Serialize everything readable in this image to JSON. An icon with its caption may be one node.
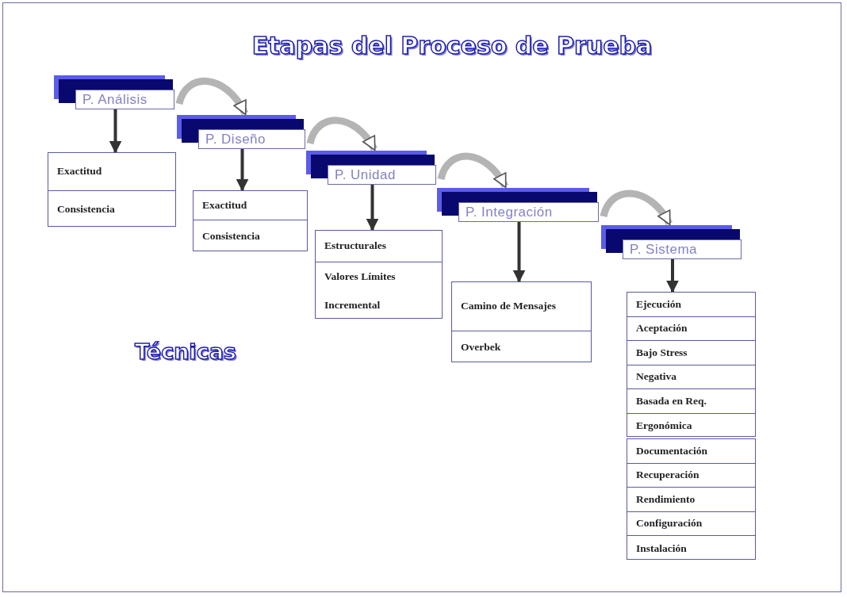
{
  "diagram": {
    "title": "Etapas del Proceso de Prueba",
    "nodes": [
      {
        "text": [
          "P. Análisis"
        ]
      },
      {
        "text": [
          "Exactitud",
          "Consistencia"
        ]
      },
      {
        "text": [
          "P. Diseño"
        ]
      },
      {
        "text": [
          "Exactitud",
          "Consistencia"
        ]
      },
      {
        "text": [
          "P. Unidad"
        ]
      },
      {
        "text": [
          "Estructurales",
          "Valores Límites",
          "Incremental"
        ]
      },
      {
        "text": [
          "P. Integración"
        ]
      },
      {
        "text": [
          "Camino de Mensajes",
          "Overbek"
        ]
      },
      {
        "text": [
          "P. Sistema"
        ]
      },
      {
        "text": [
          "Ejecución",
          "Aceptación",
          "Bajo Stress",
          "Negativa",
          "Basada en Req.",
          "Ergonómica"
        ]
      },
      {
        "text": [
          "Documentación",
          "Recuperación",
          "Rendimiento",
          "Configuración",
          "Instalación"
        ]
      }
    ],
    "edges": [
      {
        "from": 0,
        "to": 2,
        "arrow": "to",
        "style": "thick",
        "color": "#b4b4b4"
      },
      {
        "from": 2,
        "to": 4,
        "arrow": "to",
        "style": "thick",
        "color": "#b4b4b4"
      },
      {
        "from": 4,
        "to": 6,
        "arrow": "to",
        "style": "thick",
        "color": "#b4b4b4"
      },
      {
        "from": 6,
        "to": 8,
        "arrow": "to",
        "style": "thick",
        "color": "#b4b4b4"
      },
      {
        "from": 0,
        "to": 1,
        "arrow": "to"
      },
      {
        "from": 2,
        "to": 3,
        "arrow": "to"
      },
      {
        "from": 4,
        "to": 5,
        "arrow": "to"
      },
      {
        "from": 6,
        "to": 7,
        "arrow": "to"
      },
      {
        "from": 8,
        "to": 9,
        "arrow": "to"
      }
    ],
    "labels": [
      "Técnicas"
    ]
  }
}
